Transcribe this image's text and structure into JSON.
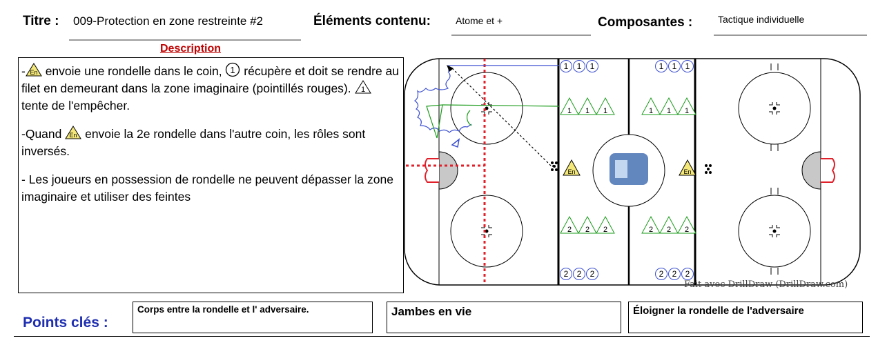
{
  "header": {
    "title_label": "Titre :",
    "title_value": "009-Protection en zone restreinte #2",
    "elements_label": "Éléments contenu:",
    "elements_value": "Atome et +",
    "components_label": "Composantes :",
    "components_value": "Tactique individuelle"
  },
  "description": {
    "heading": "Description",
    "p1_a": "-",
    "p1_b": " envoie une rondelle dans le coin, ",
    "p1_c": " récupère et doit se rendre au filet en demeurant dans la zone imaginaire (pointillés rouges). ",
    "p1_d": " tente de l'empêcher.",
    "p2_a": "-Quand ",
    "p2_b": " envoie la 2e rondelle dans l'autre coin, les rôles sont inversés.",
    "p3": "- Les joueurs en possession de rondelle ne peuvent dépasser la zone imaginaire et utiliser des feintes"
  },
  "diagram": {
    "coach_label": "En",
    "player1_label": "1",
    "player2_label": "2",
    "credit": "Fait avec DrillDraw (DrillDraw.com)"
  },
  "key_points": {
    "label": "Points clés :",
    "items": [
      "Corps entre la rondelle et l' adversaire.",
      "Jambes en vie",
      "Éloigner la rondelle de l'adversaire"
    ]
  },
  "colors": {
    "accent_red": "#c00000",
    "key_points_blue": "#1f2fb0",
    "zone_dotted_red": "#e0202a",
    "attacker_path_blue": "#3b4fd0",
    "defender_green": "#1a9a1a",
    "coach_yellow": "#f4e87a"
  }
}
